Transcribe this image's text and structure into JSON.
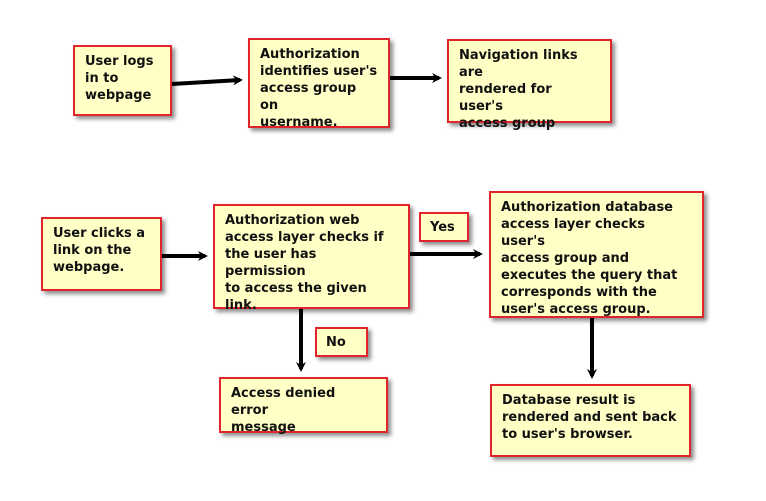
{
  "colors": {
    "box_fill": "#ffffc6",
    "box_border": "#e0242c",
    "arrow": "#000000",
    "text": "#111111"
  },
  "nodes": {
    "user_logs_in": "User logs\nin to\nwebpage",
    "auth_identifies": "Authorization\nidentifies user's\naccess group on\nusername.",
    "nav_links_rendered": "Navigation links are\nrendered for user's\naccess group",
    "user_clicks_link": "User clicks a\nlink on the\nwebpage.",
    "auth_web_layer": "Authorization web\naccess layer checks if\nthe user has permission\nto access the given link.",
    "auth_db_layer": "Authorization database\naccess layer checks user's\naccess group and\nexecutes the query that\ncorresponds with the\nuser's access group.",
    "access_denied": "Access denied error\nmessage",
    "db_result": "Database result is\nrendered and sent back\nto user's browser."
  },
  "labels": {
    "yes": "Yes",
    "no": "No"
  },
  "edges": [
    {
      "from": "user_logs_in",
      "to": "auth_identifies"
    },
    {
      "from": "auth_identifies",
      "to": "nav_links_rendered"
    },
    {
      "from": "user_clicks_link",
      "to": "auth_web_layer"
    },
    {
      "from": "auth_web_layer",
      "to": "auth_db_layer",
      "label": "yes"
    },
    {
      "from": "auth_web_layer",
      "to": "access_denied",
      "label": "no"
    },
    {
      "from": "auth_db_layer",
      "to": "db_result"
    }
  ]
}
